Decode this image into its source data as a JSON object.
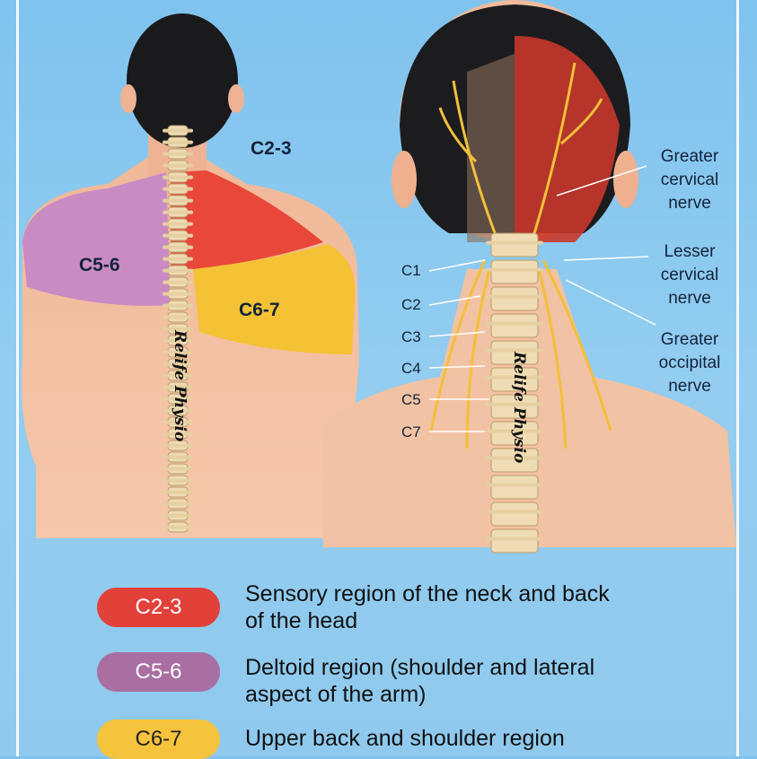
{
  "left_figure": {
    "regions": [
      {
        "label": "C2-3",
        "color": "#e8473a"
      },
      {
        "label": "C5-6",
        "color": "#c98bc3"
      },
      {
        "label": "C6-7",
        "color": "#f4c234"
      }
    ],
    "watermark": "Relife Physio"
  },
  "right_figure": {
    "vertebra_labels": [
      "C1",
      "C2",
      "C3",
      "C4",
      "C5",
      "C7"
    ],
    "nerve_labels": [
      {
        "lines": [
          "Greater",
          "cervical",
          "nerve"
        ]
      },
      {
        "lines": [
          "Lesser",
          "cervical",
          "nerve"
        ]
      },
      {
        "lines": [
          "Greater",
          "occipital",
          "nerve"
        ]
      }
    ],
    "watermark": "Relife Physio"
  },
  "legend": [
    {
      "label": "C2-3",
      "color": "#e2413a",
      "text_color": "#ffffff",
      "line1": "Sensory region of the neck and back",
      "line2": "of the head"
    },
    {
      "label": "C5-6",
      "color": "#a96fa3",
      "text_color": "#ffffff",
      "line1": "Deltoid region (shoulder and lateral",
      "line2": "aspect of the arm)"
    },
    {
      "label": "C6-7",
      "color": "#f6c33c",
      "text_color": "#222222",
      "line1": "Upper back and shoulder region",
      "line2": ""
    }
  ]
}
